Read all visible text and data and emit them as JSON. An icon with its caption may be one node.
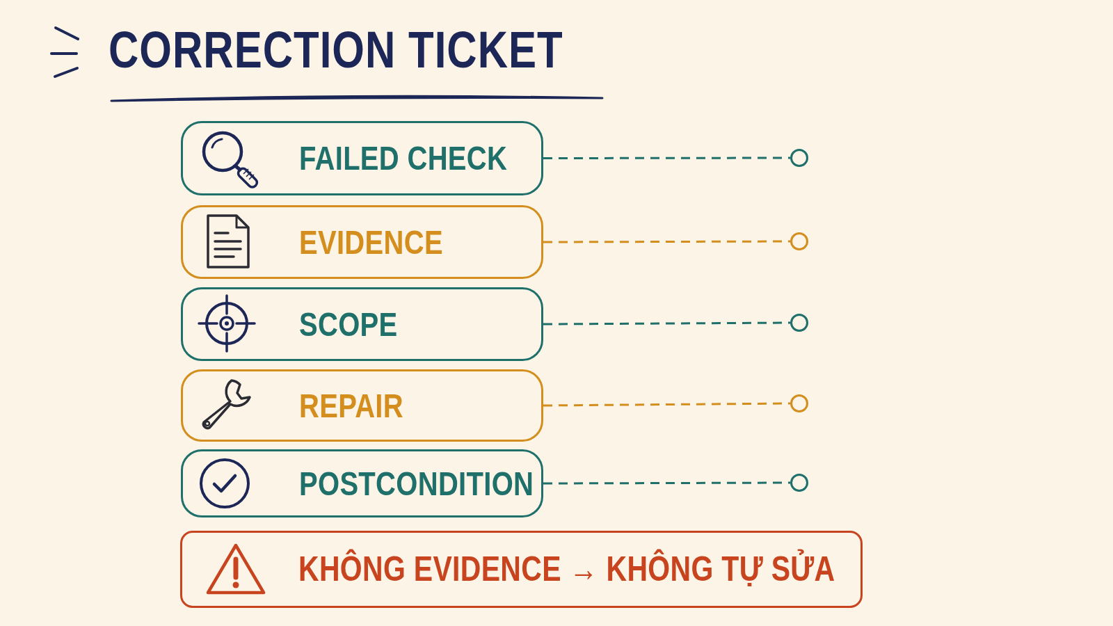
{
  "diagram": {
    "title": "CORRECTION TICKET",
    "nodes": [
      {
        "text": [
          "FAILED CHECK"
        ]
      },
      {
        "text": [],
        "shape": "circle"
      },
      {
        "text": [
          "EVIDENCE"
        ]
      },
      {
        "text": [],
        "shape": "circle"
      },
      {
        "text": [
          "SCOPE"
        ]
      },
      {
        "text": [],
        "shape": "circle"
      },
      {
        "text": [
          "REPAIR"
        ]
      },
      {
        "text": [],
        "shape": "circle"
      },
      {
        "text": [
          "POSTCONDITION"
        ]
      },
      {
        "text": [],
        "shape": "circle"
      },
      {
        "text": [
          "KHÔNG EVIDENCE → KHÔNG TỰ SỬA"
        ]
      }
    ],
    "edges": [
      {
        "from": 0,
        "to": 1,
        "arrow": "none",
        "style": "dashed"
      },
      {
        "from": 2,
        "to": 3,
        "arrow": "none",
        "style": "dashed",
        "color": "#d38e1e"
      },
      {
        "from": 4,
        "to": 5,
        "arrow": "none",
        "style": "dashed"
      },
      {
        "from": 6,
        "to": 7,
        "arrow": "none",
        "style": "dashed",
        "color": "#d38e1e"
      },
      {
        "from": 8,
        "to": 9,
        "arrow": "none",
        "style": "dashed"
      }
    ]
  }
}
